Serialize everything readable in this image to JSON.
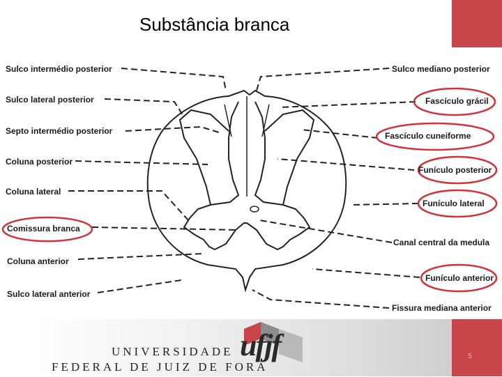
{
  "slide": {
    "title": "Substância branca",
    "page_number": "5",
    "accent_color": "#c8454a"
  },
  "figure": {
    "left_labels": [
      "Sulco intermédio posterior",
      "Sulco lateral posterior",
      "Septo intermédio posterior",
      "Coluna posterior",
      "Coluna lateral",
      "Comissura branca",
      "Coluna anterior",
      "Sulco lateral anterior"
    ],
    "right_labels": [
      "Sulco mediano posterior",
      "Fascículo grácil",
      "Fascículo cuneiforme",
      "Funículo posterior",
      "Funículo lateral",
      "Canal central da medula",
      "Funículo anterior",
      "Fissura mediana anterior"
    ],
    "highlighted": [
      "Comissura branca",
      "Fascículo grácil",
      "Fascículo cuneiforme",
      "Funículo posterior",
      "Funículo lateral",
      "Funículo anterior"
    ],
    "highlight_color": "#d0343a"
  },
  "footer": {
    "line1": "UNIVERSIDADE",
    "line2": "FEDERAL DE JUIZ DE FORA",
    "logo_text": "ufjf",
    "logo_color": "#c8454a"
  }
}
